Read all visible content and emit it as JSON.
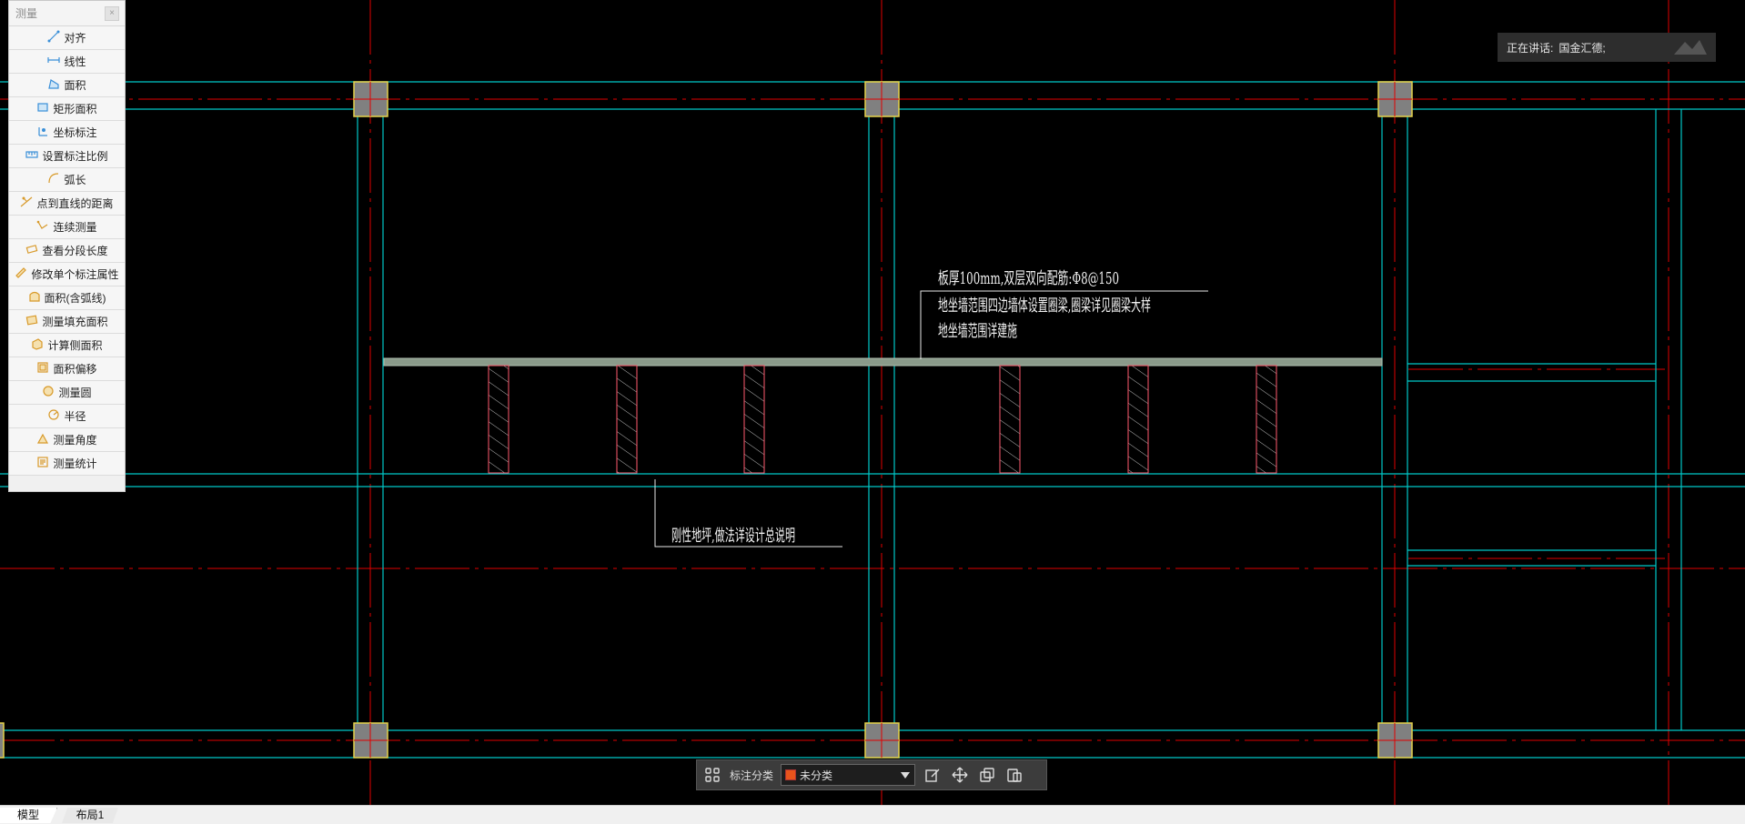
{
  "panel": {
    "title": "测量",
    "close_glyph": "×",
    "tools": [
      {
        "label": "对齐",
        "icon": "aligned-dimension-icon"
      },
      {
        "label": "线性",
        "icon": "linear-dimension-icon"
      },
      {
        "label": "面积",
        "icon": "area-icon"
      },
      {
        "label": "矩形面积",
        "icon": "rect-area-icon"
      },
      {
        "label": "坐标标注",
        "icon": "coordinate-icon"
      },
      {
        "label": "设置标注比例",
        "icon": "scale-icon"
      },
      {
        "label": "弧长",
        "icon": "arc-length-icon"
      },
      {
        "label": "点到直线的距离",
        "icon": "point-line-distance-icon"
      },
      {
        "label": "连续测量",
        "icon": "continuous-measure-icon"
      },
      {
        "label": "查看分段长度",
        "icon": "segment-length-icon"
      },
      {
        "label": "修改单个标注属性",
        "icon": "edit-dimension-icon"
      },
      {
        "label": "面积(含弧线)",
        "icon": "arc-area-icon"
      },
      {
        "label": "测量填充面积",
        "icon": "fill-area-icon"
      },
      {
        "label": "计算侧面积",
        "icon": "side-area-icon"
      },
      {
        "label": "面积偏移",
        "icon": "area-offset-icon"
      },
      {
        "label": "测量圆",
        "icon": "circle-icon"
      },
      {
        "label": "半径",
        "icon": "radius-icon"
      },
      {
        "label": "测量角度",
        "icon": "angle-icon"
      },
      {
        "label": "测量统计",
        "icon": "statistics-icon"
      }
    ]
  },
  "speaking": {
    "label": "正在讲话:",
    "name": "国金汇德;"
  },
  "drawing": {
    "note1_line1": "板厚100mm,双层双向配筋:Φ8@150",
    "note1_line2": "地坐墙范围四边墙体设置圈梁,圈梁详见圈梁大样",
    "note1_line3": "地坐墙范围详建施",
    "note2": "刚性地坪,做法详设计总说明"
  },
  "anno_bar": {
    "label": "标注分类",
    "selected": "未分类",
    "swatch_color": "#e8541c"
  },
  "tabs": [
    {
      "label": "模型"
    },
    {
      "label": "布局1"
    }
  ],
  "colors": {
    "background": "#000000",
    "axis": "#ff0000",
    "wall": "#00c8c8",
    "column": "#808080",
    "column_outline": "#e6d24a"
  }
}
